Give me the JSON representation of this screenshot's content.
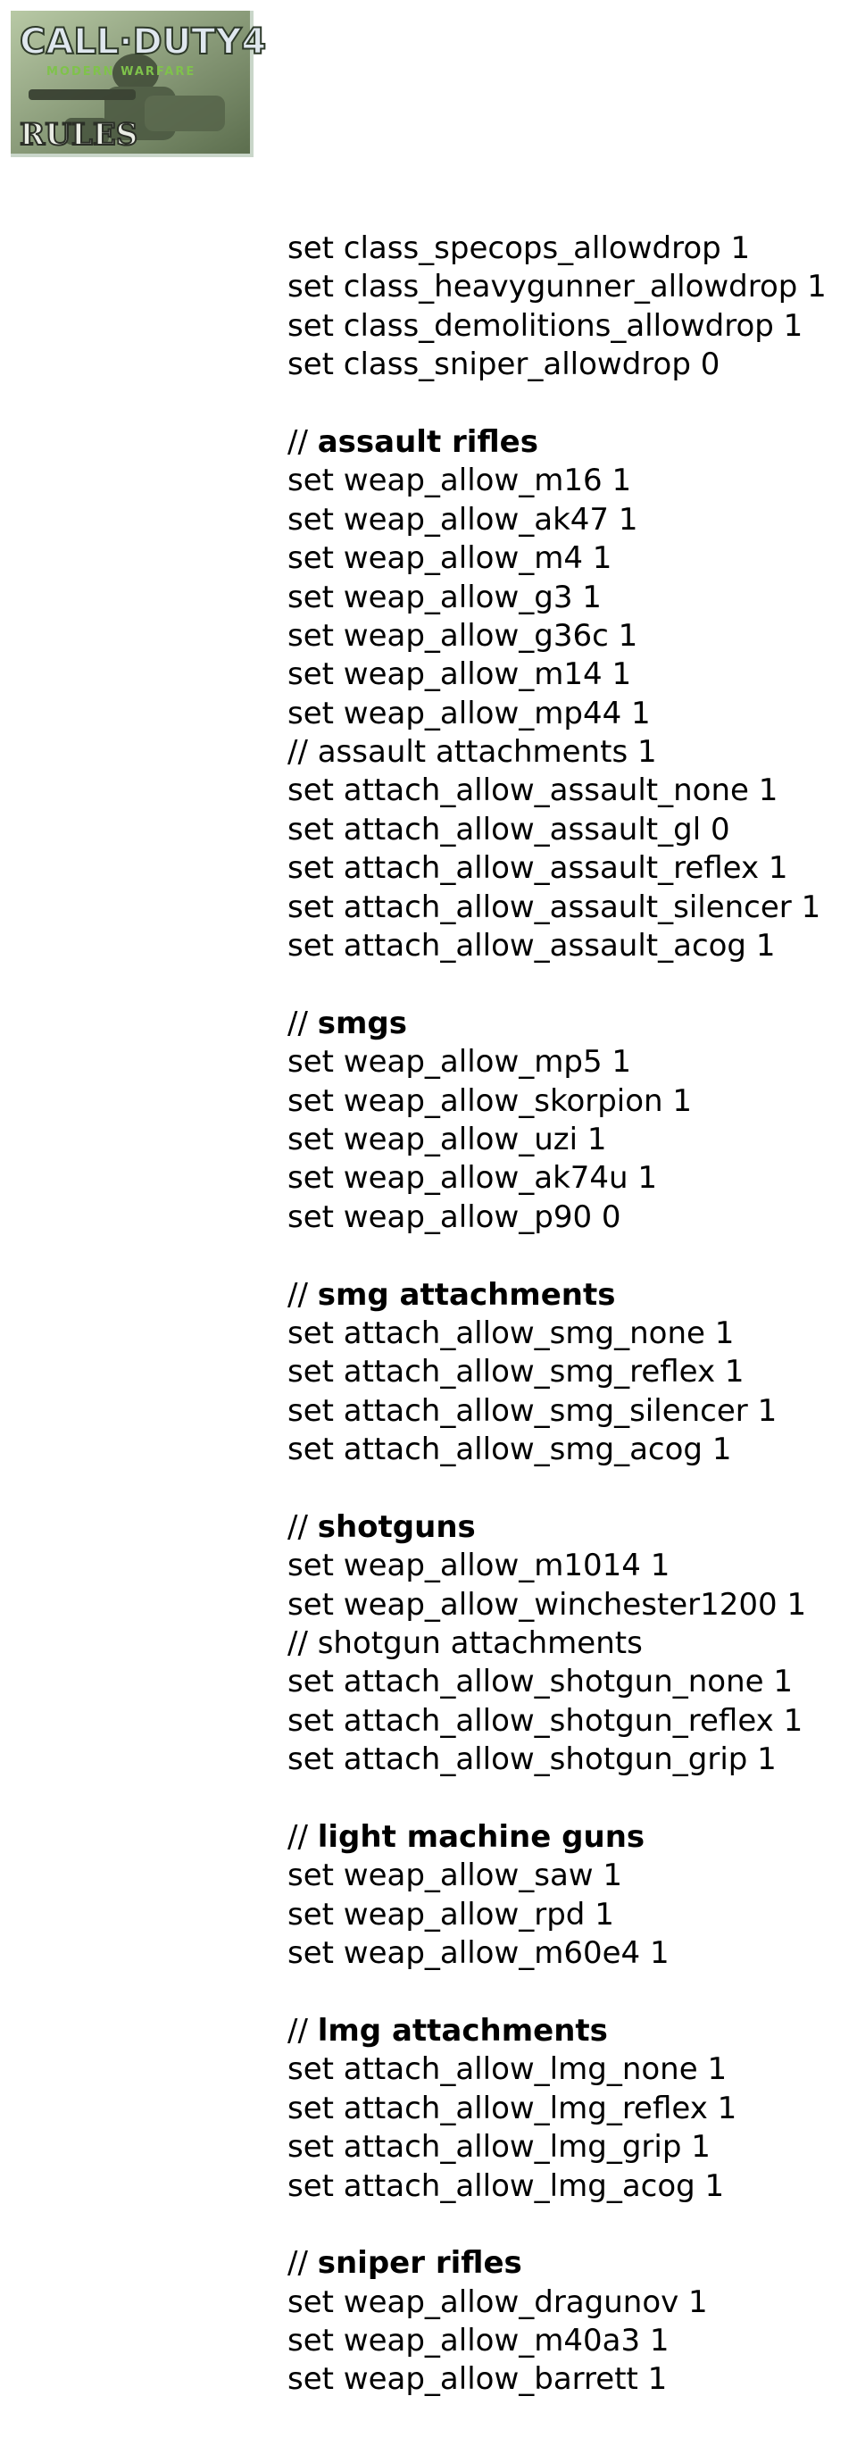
{
  "logo": {
    "alt_text": "CALL of DUTY 4 RULES",
    "title_text": "CALL·DUTY4",
    "subtitle_text": "MODERN WARFARE",
    "badge_text": "RULES",
    "colors": {
      "background_dark": "#5c6e4e",
      "background_light": "#b8c9a5",
      "title_fill": "#dfe7ee",
      "title_stroke": "#2e3a2a",
      "subtitle_fill": "#7fc24b",
      "badge_fill": "#e9ece4",
      "badge_stroke": "#2b2f27"
    }
  },
  "config": {
    "blocks": [
      {
        "lines": [
          {
            "text": "set class_specops_allowdrop 1"
          },
          {
            "text": "set class_heavygunner_allowdrop 1"
          },
          {
            "text": "set class_demolitions_allowdrop 1"
          },
          {
            "text": "set class_sniper_allowdrop 0"
          }
        ]
      },
      {
        "heading": {
          "prefix": "// ",
          "title": "assault rifles"
        },
        "lines": [
          {
            "text": "set weap_allow_m16 1"
          },
          {
            "text": "set weap_allow_ak47 1"
          },
          {
            "text": "set weap_allow_m4 1"
          },
          {
            "text": "set weap_allow_g3 1"
          },
          {
            "text": "set weap_allow_g36c 1"
          },
          {
            "text": "set weap_allow_m14 1"
          },
          {
            "text": "set weap_allow_mp44 1"
          },
          {
            "text": "// assault attachments 1"
          },
          {
            "text": "set attach_allow_assault_none 1"
          },
          {
            "text": "set attach_allow_assault_gl 0"
          },
          {
            "text": "set attach_allow_assault_reflex 1"
          },
          {
            "text": "set attach_allow_assault_silencer 1"
          },
          {
            "text": "set attach_allow_assault_acog 1"
          }
        ]
      },
      {
        "heading": {
          "prefix": "// ",
          "title": "smgs"
        },
        "lines": [
          {
            "text": "set weap_allow_mp5 1"
          },
          {
            "text": "set weap_allow_skorpion 1"
          },
          {
            "text": "set weap_allow_uzi 1"
          },
          {
            "text": "set weap_allow_ak74u 1"
          },
          {
            "text": "set weap_allow_p90 0"
          }
        ]
      },
      {
        "heading": {
          "prefix": "// ",
          "title": "smg attachments"
        },
        "lines": [
          {
            "text": "set attach_allow_smg_none 1"
          },
          {
            "text": "set attach_allow_smg_reflex 1"
          },
          {
            "text": "set attach_allow_smg_silencer 1"
          },
          {
            "text": "set attach_allow_smg_acog 1"
          }
        ]
      },
      {
        "heading": {
          "prefix": "// ",
          "title": "shotguns"
        },
        "lines": [
          {
            "text": "set weap_allow_m1014 1"
          },
          {
            "text": "set weap_allow_winchester1200 1"
          },
          {
            "text": "// shotgun attachments"
          },
          {
            "text": "set attach_allow_shotgun_none 1"
          },
          {
            "text": "set attach_allow_shotgun_reflex 1"
          },
          {
            "text": "set attach_allow_shotgun_grip 1"
          }
        ]
      },
      {
        "heading": {
          "prefix": "// ",
          "title": "light machine guns"
        },
        "lines": [
          {
            "text": "set weap_allow_saw 1"
          },
          {
            "text": "set weap_allow_rpd 1"
          },
          {
            "text": "set weap_allow_m60e4 1"
          }
        ]
      },
      {
        "heading": {
          "prefix": "// ",
          "title": "lmg attachments"
        },
        "lines": [
          {
            "text": "set attach_allow_lmg_none 1"
          },
          {
            "text": "set attach_allow_lmg_reflex 1"
          },
          {
            "text": "set attach_allow_lmg_grip 1"
          },
          {
            "text": "set attach_allow_lmg_acog 1"
          }
        ]
      },
      {
        "heading": {
          "prefix": "// ",
          "title": "sniper rifles"
        },
        "lines": [
          {
            "text": "set weap_allow_dragunov 1"
          },
          {
            "text": "set weap_allow_m40a3 1"
          },
          {
            "text": "set weap_allow_barrett 1"
          }
        ]
      }
    ]
  }
}
